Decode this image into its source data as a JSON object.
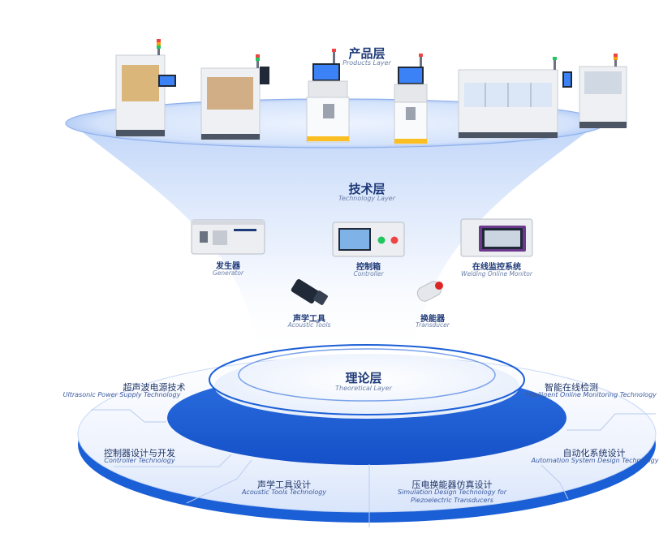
{
  "layers": {
    "product": {
      "title": "产品层",
      "subtitle": "Products Layer"
    },
    "technology": {
      "title": "技术层",
      "subtitle": "Technology Layer"
    },
    "theoretical": {
      "title": "理论层",
      "subtitle": "Theoretical Layer"
    }
  },
  "tech_items": [
    {
      "zh": "发生器",
      "en": "Generator"
    },
    {
      "zh": "控制箱",
      "en": "Controller"
    },
    {
      "zh": "在线监控系统",
      "en": "Welding Online Monitor"
    },
    {
      "zh": "声学工具",
      "en": "Acoustic Tools"
    },
    {
      "zh": "换能器",
      "en": "Transducer"
    }
  ],
  "theory_items": [
    {
      "zh": "超声波电源技术",
      "en": "Ultrasonic Power Supply Technology"
    },
    {
      "zh": "智能在线检测",
      "en": "Intelligent Online Monitoring Technology"
    },
    {
      "zh": "控制器设计与开发",
      "en": "Controller Technology"
    },
    {
      "zh": "自动化系统设计",
      "en": "Automation System Design Technology"
    },
    {
      "zh": "声学工具设计",
      "en": "Acoustic Tools Technology"
    },
    {
      "zh": "压电换能器仿真设计",
      "en": "Simulation Design Technology for",
      "en2": "Piezoelectric Transducers"
    }
  ],
  "colors": {
    "primary_blue": "#1b5fd6",
    "light_blue": "#cfe0fb",
    "text_dark": "#1e3a78",
    "text_en": "#6b7fa8"
  }
}
